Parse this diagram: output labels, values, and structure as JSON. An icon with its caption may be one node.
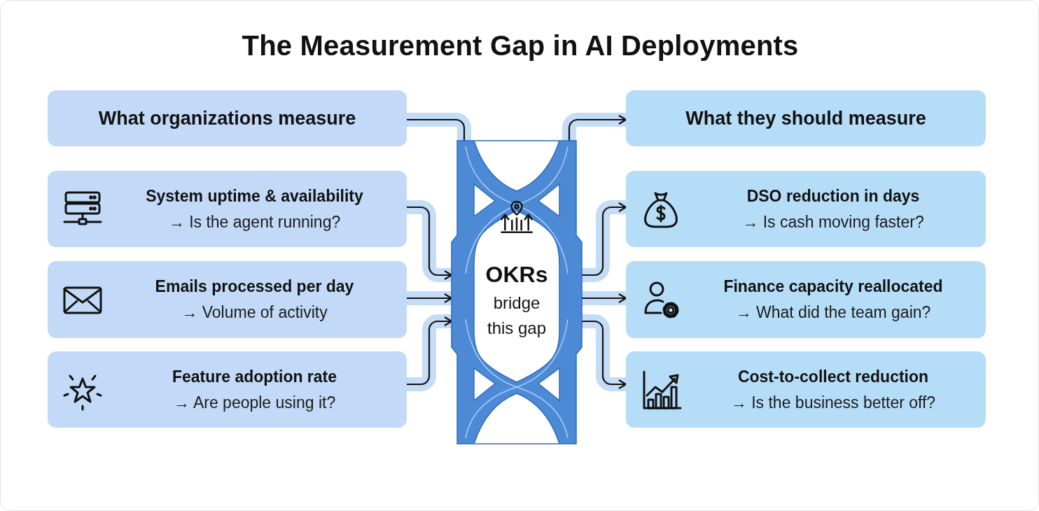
{
  "diagram": {
    "title": "The Measurement Gap in AI Deployments",
    "nodes": [
      {
        "text": [
          "What organizations measure"
        ]
      },
      {
        "text": [
          "System uptime & availability",
          "→ Is the agent running?"
        ]
      },
      {
        "text": [
          "Emails processed per day",
          "→ Volume of activity"
        ]
      },
      {
        "text": [
          "Feature adoption rate",
          "→ Are people using it?"
        ]
      },
      {
        "text": [
          "OKRs",
          "bridge this gap"
        ]
      },
      {
        "text": [
          "What they should measure"
        ]
      },
      {
        "text": [
          "DSO reduction in days",
          "→ Is cash moving faster?"
        ]
      },
      {
        "text": [
          "Finance capacity reallocated",
          "→ What did the team gain?"
        ]
      },
      {
        "text": [
          "Cost-to-collect reduction",
          "→ Is the business better off?"
        ]
      }
    ],
    "edges": [
      {
        "from": 0,
        "to": 4,
        "arrow": "none"
      },
      {
        "from": 1,
        "to": 4,
        "arrow": "to"
      },
      {
        "from": 2,
        "to": 4,
        "arrow": "to"
      },
      {
        "from": 3,
        "to": 4,
        "arrow": "to"
      },
      {
        "from": 4,
        "to": 5,
        "arrow": "to"
      },
      {
        "from": 4,
        "to": 6,
        "arrow": "to"
      },
      {
        "from": 4,
        "to": 7,
        "arrow": "to"
      },
      {
        "from": 4,
        "to": 8,
        "arrow": "to"
      }
    ]
  }
}
